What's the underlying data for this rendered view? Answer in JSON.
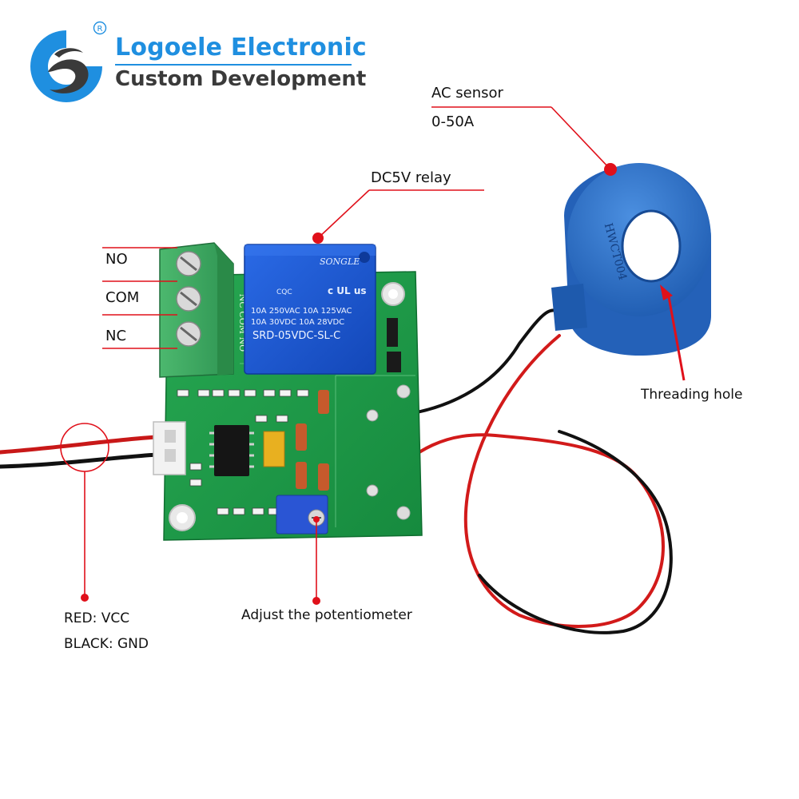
{
  "brand": {
    "name": "Logoele Electronic",
    "tagline": "Custom Development",
    "trademark": "R"
  },
  "annotations": {
    "ac_sensor_title": "AC sensor",
    "ac_sensor_range": "0-50A",
    "relay": "DC5V relay",
    "terminal_no": "NO",
    "terminal_com": "COM",
    "terminal_nc": "NC",
    "threading_hole": "Threading hole",
    "wire_red": "RED: VCC",
    "wire_black": "BLACK: GND",
    "potentiometer": "Adjust the potentiometer"
  },
  "components": {
    "relay_brand": "SONGLE",
    "relay_rating_1": "10A 250VAC  10A 125VAC",
    "relay_rating_2": "10A  30VDC  10A  28VDC",
    "relay_model": "SRD-05VDC-SL-C",
    "relay_cert": "CQC",
    "relay_ul": "c UL us",
    "terminal_silk": "NC COM NO",
    "sensor_marking": "HWCT004"
  },
  "colors": {
    "brand_blue": "#1f8fe0",
    "annotation_red": "#e0101a",
    "pcb_green": "#1f9e4a",
    "relay_blue": "#1a5bd6",
    "sensor_blue": "#2a6fc9",
    "terminal_green": "#3da860"
  }
}
